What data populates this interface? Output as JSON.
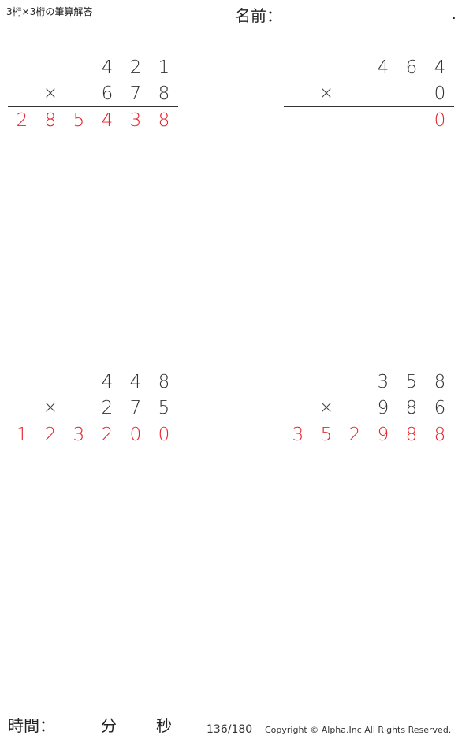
{
  "header": {
    "title": "3桁×3桁の筆算解答",
    "name_label": "名前：",
    "name_end": "."
  },
  "operator": "×",
  "problems": [
    {
      "top": [
        "",
        "",
        "",
        "4",
        "2",
        "1"
      ],
      "bottom": [
        "",
        "",
        "",
        "6",
        "7",
        "8"
      ],
      "answer": [
        "2",
        "8",
        "5",
        "4",
        "3",
        "8"
      ]
    },
    {
      "top": [
        "",
        "",
        "",
        "4",
        "6",
        "4"
      ],
      "bottom": [
        "",
        "",
        "",
        "",
        "",
        "0"
      ],
      "answer": [
        "",
        "",
        "",
        "",
        "",
        "0"
      ]
    },
    {
      "top": [
        "",
        "",
        "",
        "4",
        "4",
        "8"
      ],
      "bottom": [
        "",
        "",
        "",
        "2",
        "7",
        "5"
      ],
      "answer": [
        "1",
        "2",
        "3",
        "2",
        "0",
        "0"
      ]
    },
    {
      "top": [
        "",
        "",
        "",
        "3",
        "5",
        "8"
      ],
      "bottom": [
        "",
        "",
        "",
        "9",
        "8",
        "6"
      ],
      "answer": [
        "3",
        "5",
        "2",
        "9",
        "8",
        "8"
      ]
    }
  ],
  "footer": {
    "time_label": "時間：",
    "minutes_label": "分",
    "seconds_label": "秒",
    "page": "136/180",
    "copyright": "Copyright © Alpha.Inc All Rights Reserved."
  },
  "colors": {
    "answer": "#e8212b",
    "text": "#333333"
  }
}
